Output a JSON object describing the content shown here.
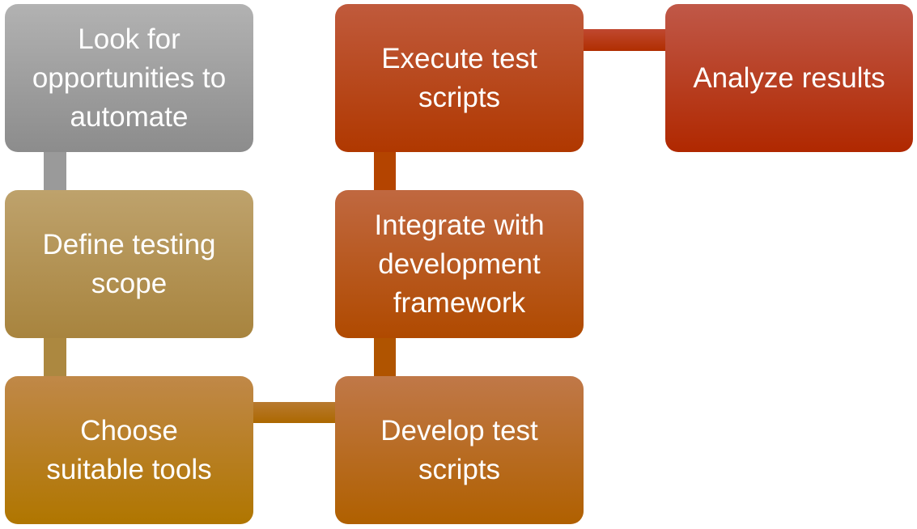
{
  "steps": [
    {
      "label": "Look for opportunities to automate"
    },
    {
      "label": "Define testing scope"
    },
    {
      "label": "Choose suitable tools"
    },
    {
      "label": "Develop test scripts"
    },
    {
      "label": "Integrate with development framework"
    },
    {
      "label": "Execute test scripts"
    },
    {
      "label": "Analyze results"
    }
  ]
}
